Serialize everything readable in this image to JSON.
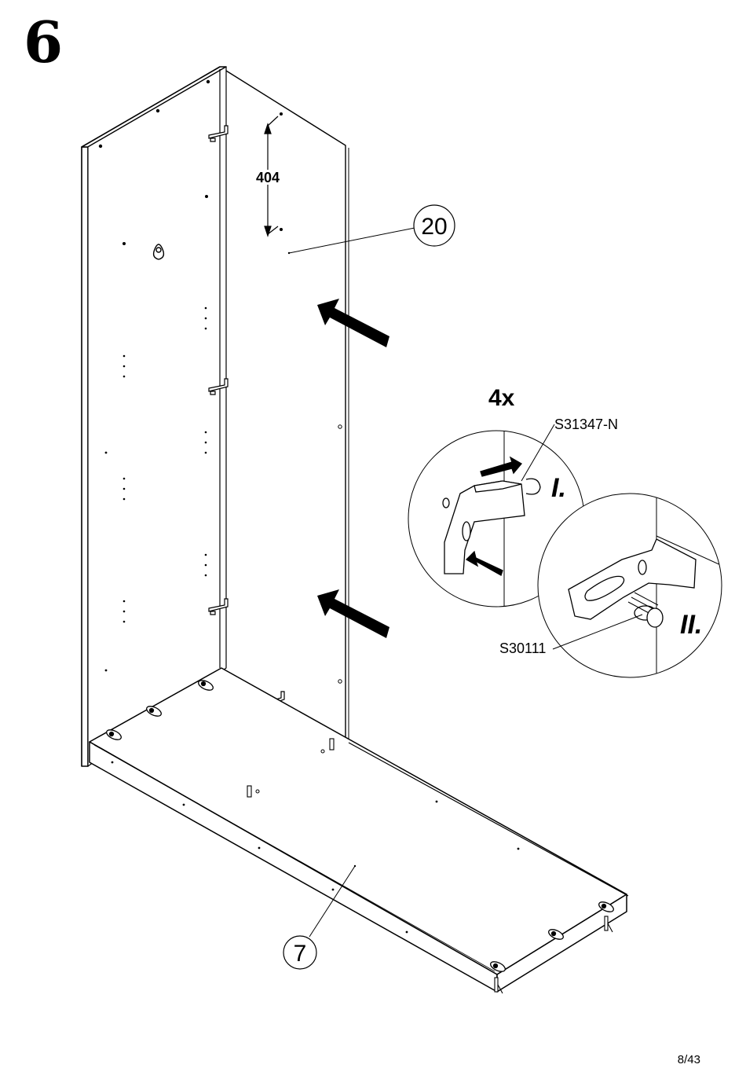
{
  "step": {
    "number": "6"
  },
  "dimension": {
    "label": "404"
  },
  "parts": {
    "side_panel": "20",
    "bottom_panel": "7"
  },
  "detail": {
    "quantity": "4x",
    "bracket_code": "S31347-N",
    "screw_code": "S30111",
    "step_one": "I.",
    "step_two": "II."
  },
  "footer": {
    "page": "8/43"
  }
}
